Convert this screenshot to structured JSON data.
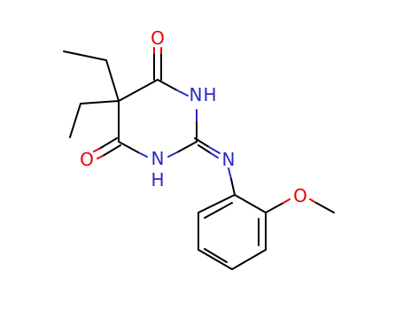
{
  "atoms": {
    "o_top": "O",
    "o_left": "O",
    "o_methoxy": "O",
    "nh_right_n": "N",
    "nh_right_h": "H",
    "nh_bottom_n": "N",
    "nh_bottom_h": "H",
    "n_imine": "N"
  },
  "colors": {
    "oxygen": "#e8000b",
    "nitrogen": "#2b2bbf",
    "carbon_bond": "#000000",
    "background": "#ffffff"
  }
}
